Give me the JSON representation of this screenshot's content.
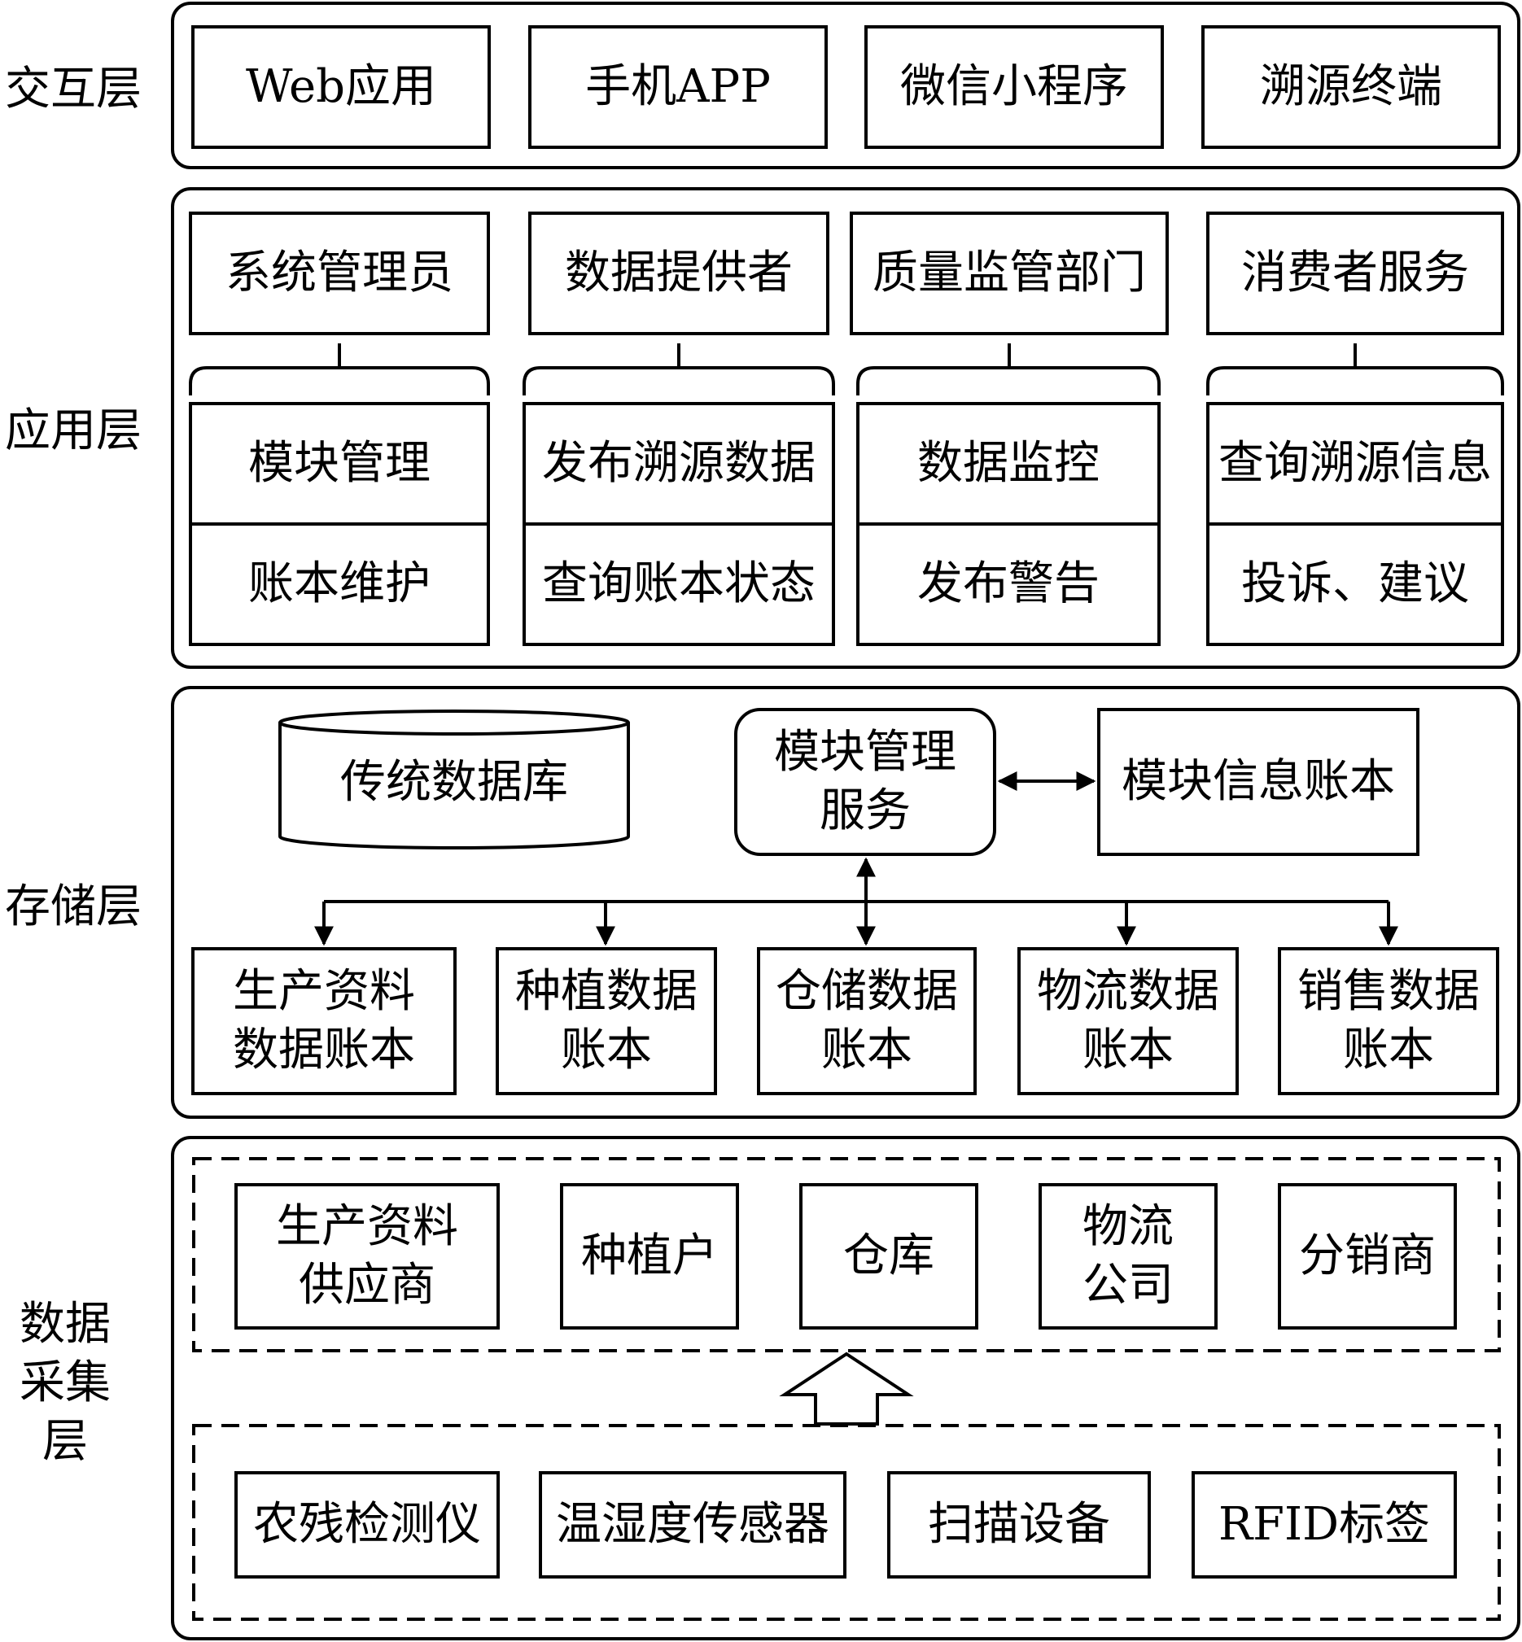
{
  "layers": {
    "interaction": {
      "label": "交互层",
      "items": [
        "Web应用",
        "手机APP",
        "微信小程序",
        "溯源终端"
      ]
    },
    "application": {
      "label": "应用层",
      "roles": [
        "系统管理员",
        "数据提供者",
        "质量监管部门",
        "消费者服务"
      ],
      "functions": [
        [
          "模块管理",
          "账本维护"
        ],
        [
          "发布溯源数据",
          "查询账本状态"
        ],
        [
          "数据监控",
          "发布警告"
        ],
        [
          "查询溯源信息",
          "投诉、建议"
        ]
      ]
    },
    "storage": {
      "label": "存储层",
      "database": "传统数据库",
      "service": "模块管理\n服务",
      "module_ledger": "模块信息账本",
      "ledgers": [
        "生产资料\n数据账本",
        "种植数据\n账本",
        "仓储数据\n账本",
        "物流数据\n账本",
        "销售数据\n账本"
      ]
    },
    "collection": {
      "label": "数据\n采集\n层",
      "entities": [
        "生产资料\n供应商",
        "种植户",
        "仓库",
        "物流\n公司",
        "分销商"
      ],
      "devices": [
        "农残检测仪",
        "温湿度传感器",
        "扫描设备",
        "RFID标签"
      ]
    }
  }
}
